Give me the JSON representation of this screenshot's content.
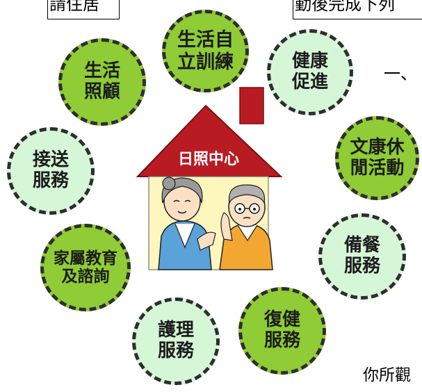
{
  "fragments": {
    "top_left_box": "請住居",
    "top_right_box": "勤後完成下列",
    "side_dash": "一、",
    "bottom_right": "你所觀"
  },
  "house": {
    "roof_label": "日照中心"
  },
  "services": [
    {
      "id": "life-skills",
      "lines": [
        "生活自",
        "立訓練"
      ],
      "tone": "dark"
    },
    {
      "id": "health",
      "lines": [
        "健康",
        "促進"
      ],
      "tone": "light"
    },
    {
      "id": "recreation",
      "lines": [
        "文康休",
        "閒活動"
      ],
      "tone": "dark"
    },
    {
      "id": "meals",
      "lines": [
        "備餐",
        "服務"
      ],
      "tone": "light"
    },
    {
      "id": "rehab",
      "lines": [
        "復健",
        "服務"
      ],
      "tone": "dark"
    },
    {
      "id": "nursing",
      "lines": [
        "護理",
        "服務"
      ],
      "tone": "light"
    },
    {
      "id": "family-edu",
      "lines": [
        "家屬教育",
        "及諮詢"
      ],
      "tone": "dark"
    },
    {
      "id": "transport",
      "lines": [
        "接送",
        "服務"
      ],
      "tone": "light"
    },
    {
      "id": "life-care",
      "lines": [
        "生活",
        "照顧"
      ],
      "tone": "dark"
    }
  ],
  "colors": {
    "dark_green": "#8fcc35",
    "light_green": "#d6f6d8",
    "roof_red": "#b81c22",
    "wall_yellow": "#fdf7bd"
  }
}
